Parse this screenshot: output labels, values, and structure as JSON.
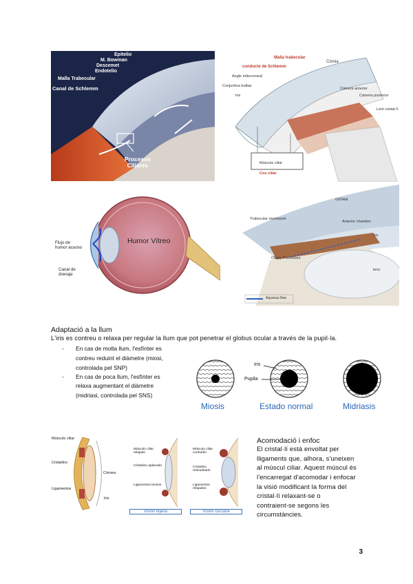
{
  "fig1": {
    "labels": [
      "Epitelio",
      "M. Bowman",
      "Descemet",
      "Endotelio",
      "Malla Trabecular",
      "Canal de Schlemm",
      "Procesos Ciliares"
    ]
  },
  "fig2": {
    "labels": [
      "Malla trabecular",
      "conducte de Schlemm",
      "Angle iridocorneal",
      "Conjuntiva bulbar",
      "Iris",
      "Còrnia",
      "Càmera anterior",
      "Músculs ciliar",
      "Cos ciliar",
      "Lent cristal·lí",
      "Càmera posterior"
    ]
  },
  "fig3": {
    "labels": [
      "Humor Vítreo",
      "Flujo de humor acuoso",
      "Canal de drenaje"
    ]
  },
  "fig4": {
    "labels": [
      "cornea",
      "Trabecular meshwork",
      "Anterior chamber",
      "Iris",
      "Ciliary Processes",
      "lens",
      "Aqueous flow"
    ]
  },
  "section1": {
    "heading": "Adaptació a la llum",
    "intro": "L'iris es contreu o relaxa per regular la llum que pot penetrar el globus ocular a través de la pupil·la.",
    "bullet1_line1": "En cas de molta llum, l'esfínter es",
    "bullet1_line2": "contreu reduint el diàmetre (miosi,",
    "bullet1_line3": "controlada pel SNP)",
    "bullet2_line1": "En cas de poca llum, l'esfínter es",
    "bullet2_line2": "relaxa augmentant el diàmetre",
    "bullet2_line3": "(midriasi, controlada pel SNS)",
    "bullet_mark": "-"
  },
  "pupils": {
    "iris_label": "Iris",
    "pupil_label": "Pupila",
    "captions": [
      "Miosis",
      "Estado normal",
      "Midriasis"
    ]
  },
  "fig5": {
    "labels": [
      "Músculo ciliar",
      "Cristalino",
      "Córnea",
      "Ligamentos",
      "Iris"
    ]
  },
  "fig6": {
    "labels": [
      "Músculo ciliar relajado",
      "Cristalino aplanado",
      "Ligamentos tensos",
      "Visión lejana"
    ]
  },
  "fig7": {
    "labels": [
      "Músculo ciliar contraído",
      "Cristalino redondeado",
      "Ligamentos relajados",
      "Visión cercana"
    ]
  },
  "section2": {
    "heading": "Acomodació i enfoc",
    "lines": [
      "El cristal·lí està envoltat per",
      "lligaments que, alhora, s'uneixen",
      "al múscul ciliar. Aquest múscul és",
      "l'encarregat d'acomodar i enfocar",
      "la visió modificant la forma del",
      "cristal·lí relaxant-se o",
      "contraient-se segons les",
      "circumstàncies."
    ]
  },
  "page_number": "3",
  "colors": {
    "fig1_bg": "#1b2547",
    "pupil_black": "#000000",
    "caption_blue": "#2a64b3"
  }
}
